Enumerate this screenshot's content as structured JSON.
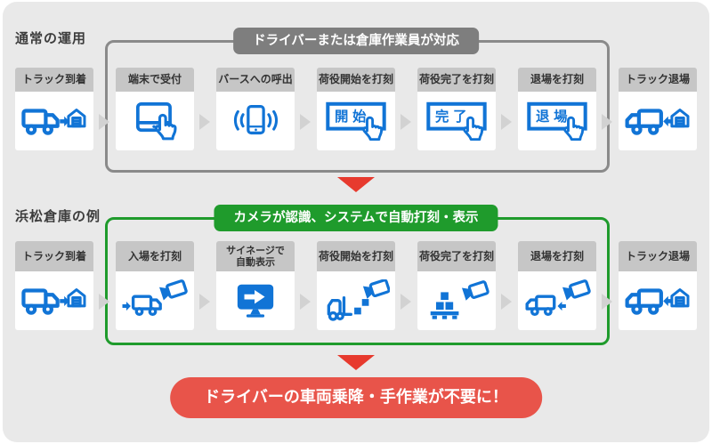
{
  "sections": {
    "normal": {
      "label": "通常の運用",
      "badge": "ドライバーまたは倉庫作業員が対応",
      "steps": [
        {
          "title": "トラック到着",
          "icon": "truck-arrival"
        },
        {
          "title": "端末で受付",
          "icon": "tablet-reception"
        },
        {
          "title": "バースへの呼出",
          "icon": "phone-call"
        },
        {
          "title": "荷役開始を打刻",
          "icon": "punch-button",
          "button": "開始"
        },
        {
          "title": "荷役完了を打刻",
          "icon": "punch-button",
          "button": "完了"
        },
        {
          "title": "退場を打刻",
          "icon": "punch-button",
          "button": "退場"
        },
        {
          "title": "トラック退場",
          "icon": "truck-departure"
        }
      ]
    },
    "hamamatsu": {
      "label": "浜松倉庫の例",
      "badge": "カメラが認識、システムで自動打刻・表示",
      "steps": [
        {
          "title": "トラック到着",
          "icon": "truck-arrival"
        },
        {
          "title": "入場を打刻",
          "icon": "truck-entry-camera"
        },
        {
          "title": "サイネージで\n自動表示",
          "icon": "signage-display"
        },
        {
          "title": "荷役開始を打刻",
          "icon": "forklift-camera"
        },
        {
          "title": "荷役完了を打刻",
          "icon": "pallet-camera"
        },
        {
          "title": "退場を打刻",
          "icon": "truck-exit-camera"
        },
        {
          "title": "トラック退場",
          "icon": "truck-departure"
        }
      ]
    }
  },
  "conclusion": "ドライバーの車両乗降・手作業が不要に！",
  "colors": {
    "icon_blue": "#1174d6",
    "frame_gray": "#8a8a8a",
    "badge_gray": "#7e7e7e",
    "green": "#1f9b2c",
    "red": "#e73a2e",
    "pill_red": "#e8544a",
    "background": "#e9e9e9"
  }
}
